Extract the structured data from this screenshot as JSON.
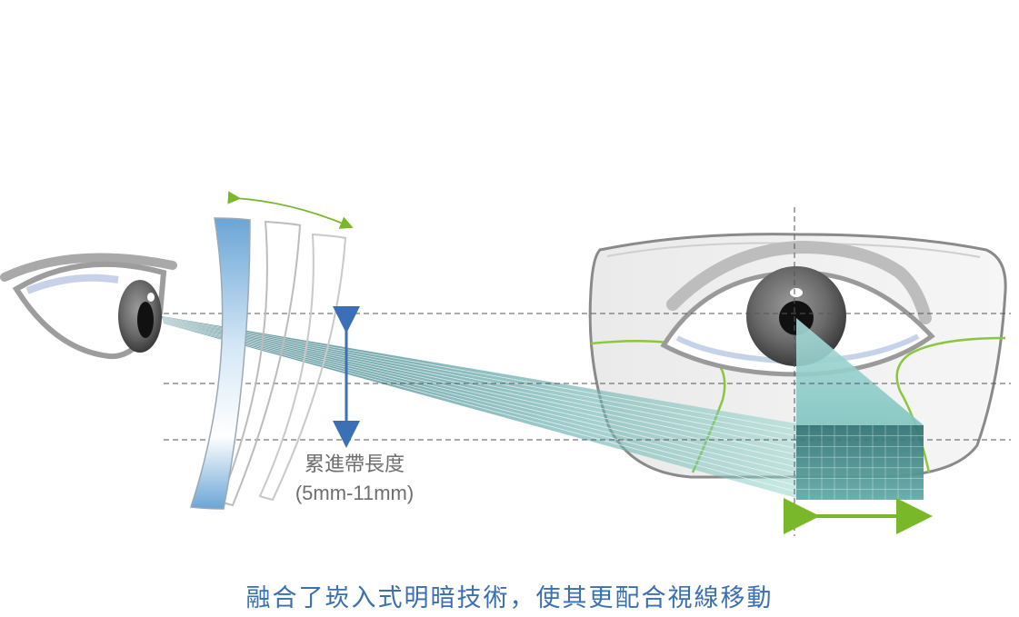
{
  "labels": {
    "corridor_length": "累進帶長度",
    "corridor_range": "(5mm-11mm)"
  },
  "caption": "融合了崁入式明暗技術，使其更配合視線移動",
  "colors": {
    "caption": "#3a6fb0",
    "label": "#6e6e6e",
    "arrow_blue": "#3b6fb6",
    "arrow_green": "#79b829",
    "beam": "#5fa8a8",
    "lens": "#7fb2dc"
  },
  "icons": [
    "side-eye-icon",
    "front-eye-icon",
    "lens-icon",
    "spectacle-frame-icon"
  ]
}
